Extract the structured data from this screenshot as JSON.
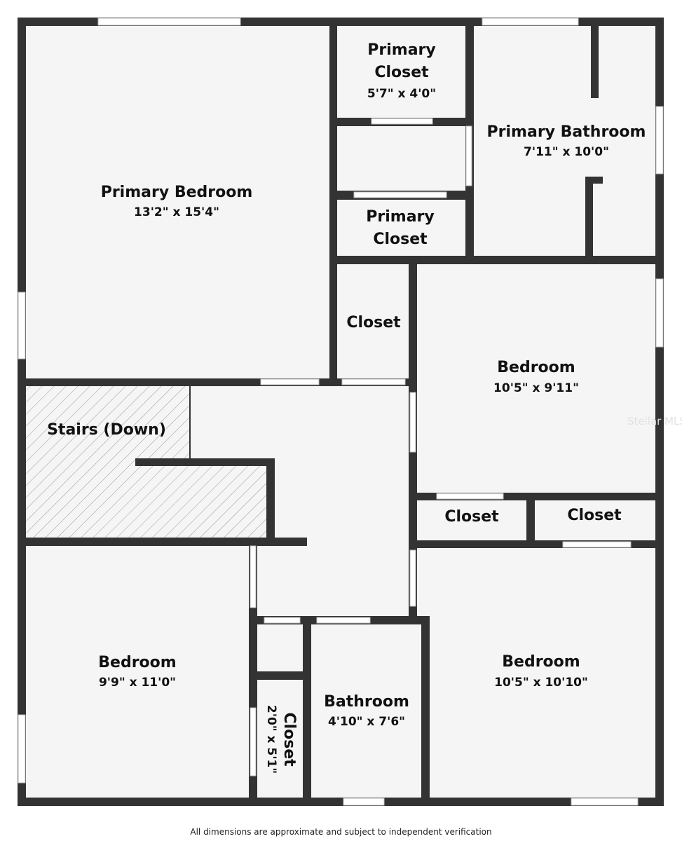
{
  "rooms": {
    "primary_bedroom": {
      "name": "Primary Bedroom",
      "dims": "13'2\" x 15'4\""
    },
    "primary_closet_1": {
      "name_line1": "Primary",
      "name_line2": "Closet",
      "dims": "5'7\" x 4'0\""
    },
    "primary_bathroom": {
      "name": "Primary Bathroom",
      "dims": "7'11\" x 10'0\""
    },
    "primary_closet_2": {
      "name_line1": "Primary",
      "name_line2": "Closet"
    },
    "closet_hall": {
      "name": "Closet"
    },
    "bedroom_east": {
      "name": "Bedroom",
      "dims": "10'5\" x 9'11\""
    },
    "stairs": {
      "name": "Stairs (Down)"
    },
    "closet_a": {
      "name": "Closet"
    },
    "closet_b": {
      "name": "Closet"
    },
    "bedroom_sw": {
      "name": "Bedroom",
      "dims": "9'9\" x 11'0\""
    },
    "closet_small": {
      "name": "Closet",
      "dims": "2'0\" x 5'1\""
    },
    "bathroom": {
      "name": "Bathroom",
      "dims": "4'10\" x 7'6\""
    },
    "bedroom_se": {
      "name": "Bedroom",
      "dims": "10'5\" x 10'10\""
    }
  },
  "watermark": "Stellar MLS",
  "footer": "All dimensions are approximate and subject to independent verification",
  "colors": {
    "wall": "#333333",
    "floor": "#f5f5f5",
    "opening": "#ffffff"
  }
}
